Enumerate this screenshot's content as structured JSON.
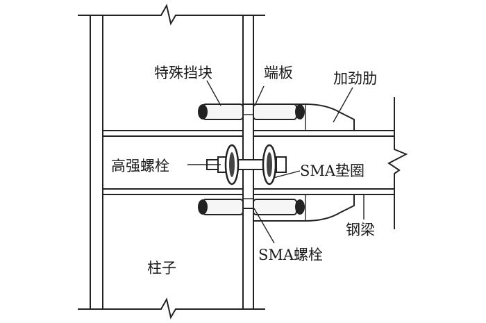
{
  "labels": {
    "special_block": "特殊挡块",
    "end_plate": "端板",
    "stiffener": "加劲肋",
    "hs_bolt": "高强螺栓",
    "sma_washer": "SMA垫圈",
    "steel_beam": "钢梁",
    "sma_bolt": "SMA螺栓",
    "column": "柱子"
  }
}
